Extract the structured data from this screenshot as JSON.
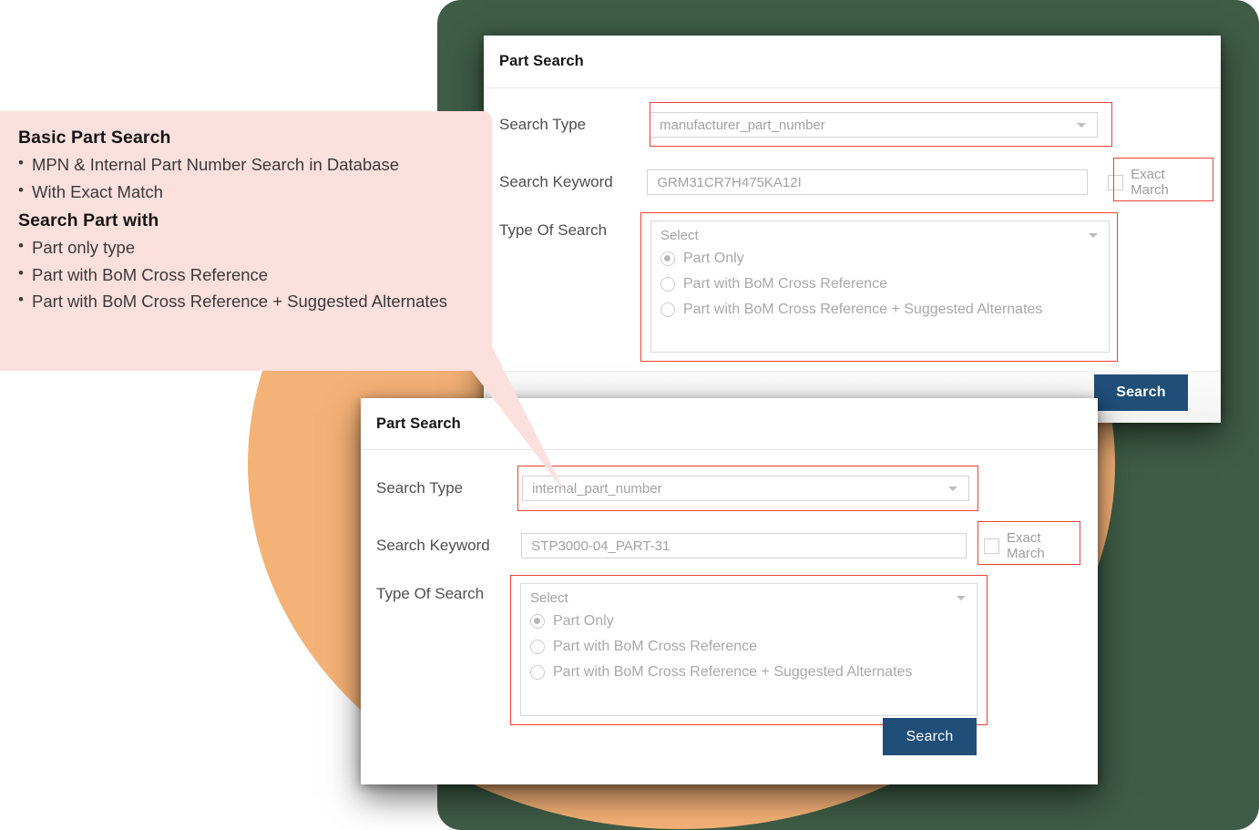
{
  "callout": {
    "section1_title": "Basic Part Search",
    "section1_items": [
      "MPN & Internal Part Number Search in Database",
      "With Exact Match"
    ],
    "section2_title": "Search Part with",
    "section2_items": [
      "Part only type",
      "Part with BoM Cross Reference",
      "Part with BoM Cross Reference + Suggested Alternates"
    ]
  },
  "dialog_top": {
    "title": "Part Search",
    "search_type_label": "Search Type",
    "search_type_value": "manufacturer_part_number",
    "search_keyword_label": "Search Keyword",
    "search_keyword_value": "GRM31CR7H475KA12I",
    "exact_match_label": "Exact March",
    "type_of_search_label": "Type Of Search",
    "type_of_search_placeholder": "Select",
    "options": [
      "Part Only",
      "Part with BoM Cross Reference",
      "Part with BoM Cross Reference + Suggested Alternates"
    ],
    "selected_option": "Part Only",
    "search_button": "Search"
  },
  "dialog_bottom": {
    "title": "Part Search",
    "search_type_label": "Search Type",
    "search_type_value": "internal_part_number",
    "search_keyword_label": "Search Keyword",
    "search_keyword_value": "STP3000-04_PART-31",
    "exact_match_label": "Exact March",
    "type_of_search_label": "Type Of Search",
    "type_of_search_placeholder": "Select",
    "options": [
      "Part Only",
      "Part with BoM Cross Reference",
      "Part with BoM Cross Reference + Suggested Alternates"
    ],
    "selected_option": "Part Only",
    "search_button": "Search"
  },
  "colors": {
    "background_green": "#3e5c46",
    "background_orange": "#f5b277",
    "callout_pink": "#fbe0de",
    "highlight_red": "#ef4136",
    "button_blue": "#1f4e79"
  }
}
